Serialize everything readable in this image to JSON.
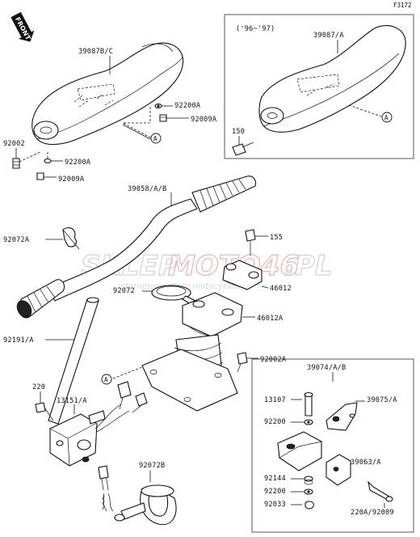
{
  "diagram_code": "F3172",
  "front_label": "FRONT",
  "inset_title": "('96~'97)",
  "ref_marker": "A",
  "watermark": {
    "brand_part1": "SKLEP",
    "brand_part2": "MOTO46",
    "brand_part3": ".PL",
    "tagline": "internetowy sklep motocyklowy"
  },
  "labels": {
    "p39087bc": "39087B/C",
    "p92200a_1": "92200A",
    "p92009a_1": "92009A",
    "p92002": "92002",
    "p92200a_2": "92200A",
    "p92009a_2": "92009A",
    "p39087a": "39087/A",
    "p150": "150",
    "p39058": "39058/A/B",
    "p92072a": "92072A",
    "p155": "155",
    "p92072": "92072",
    "p46012": "46012",
    "p46012a": "46012A",
    "p92191": "92191/A",
    "p92002a": "92002A",
    "p220": "220",
    "p13151": "13151/A",
    "p92072b": "92072B",
    "p39074": "39074/A/B",
    "p13107": "13107",
    "p39075": "39075/A",
    "p92200": "92200",
    "p39063": "39063/A",
    "p92144": "92144",
    "p92200b": "92200",
    "p92033": "92033",
    "p220a": "220A/92009"
  }
}
